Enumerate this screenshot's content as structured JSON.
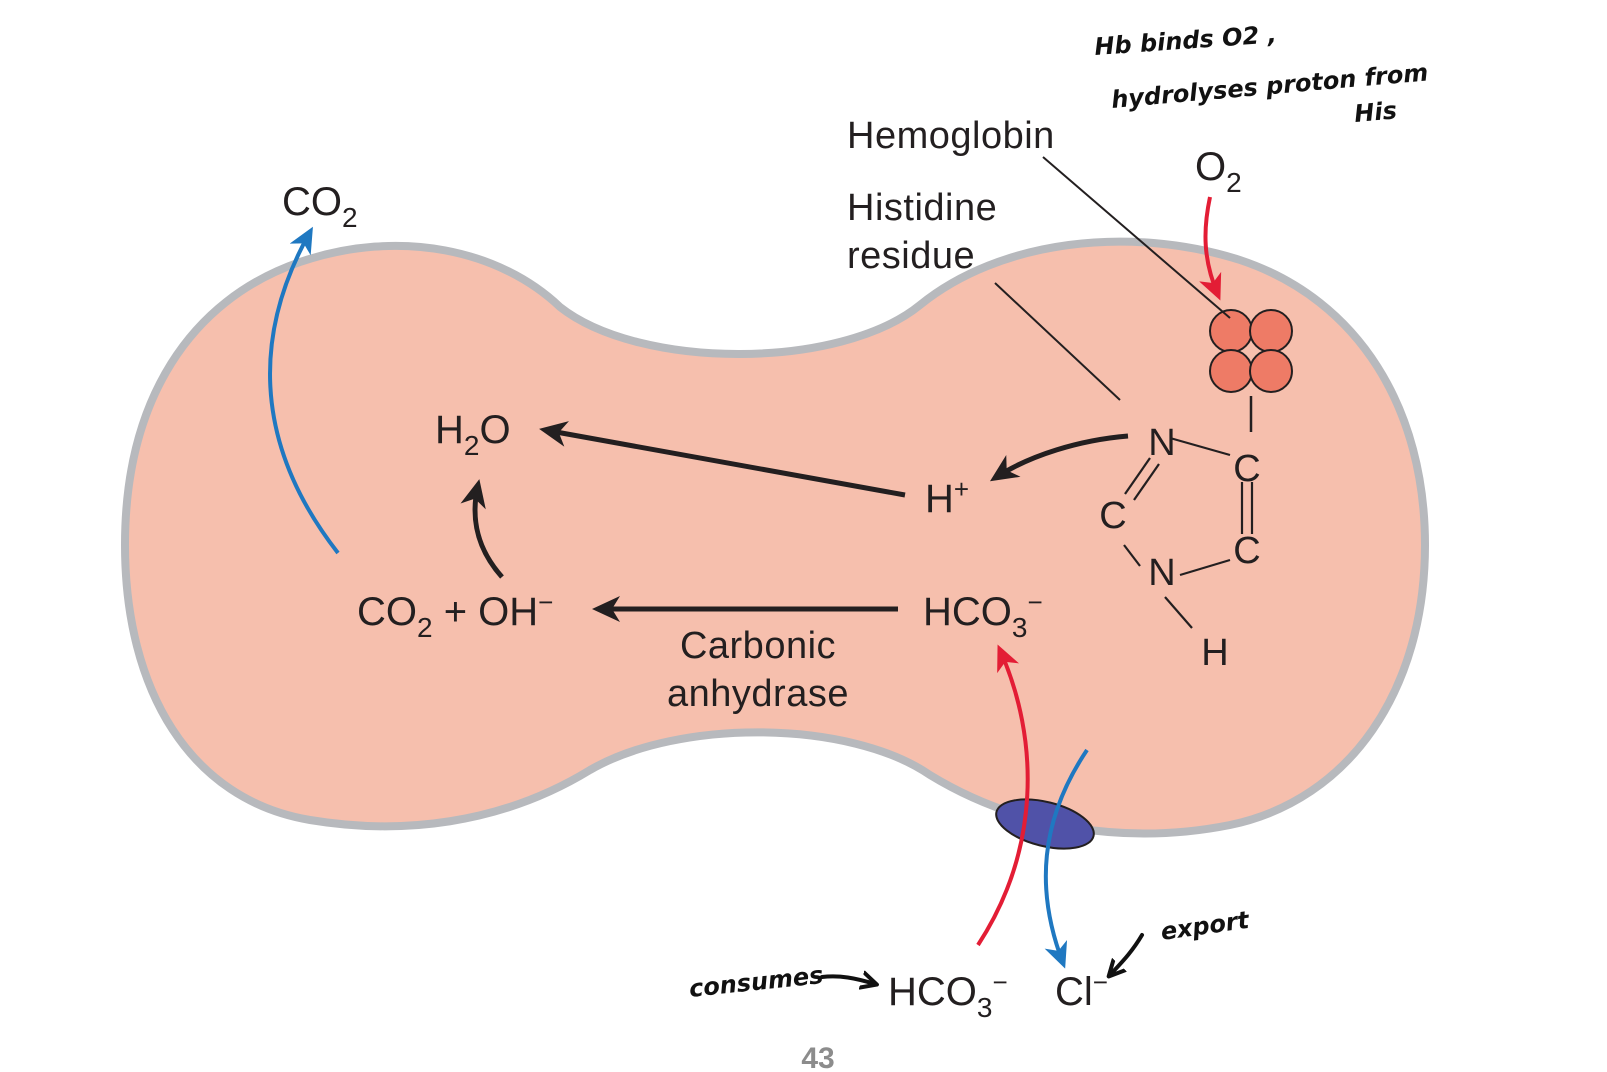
{
  "labels": {
    "hemoglobin": "Hemoglobin",
    "histidine_line1": "Histidine",
    "histidine_line2": "residue",
    "carbonic_line1": "Carbonic",
    "carbonic_line2": "anhydrase"
  },
  "species": {
    "co2_out": {
      "main": "CO",
      "sub": "2"
    },
    "o2_in": {
      "main": "O",
      "sub": "2"
    },
    "h2o": {
      "a": "H",
      "sub": "2",
      "b": "O"
    },
    "h_plus": {
      "main": "H",
      "sup": "+"
    },
    "co2_oh": {
      "a": "CO",
      "sub": "2",
      "b": " + OH",
      "sup": "−"
    },
    "hco3_inside": {
      "main": "HCO",
      "sub": "3",
      "sup": "−"
    },
    "hco3_outside": {
      "main": "HCO",
      "sub": "3",
      "sup": "−"
    },
    "cl_outside": {
      "main": "Cl",
      "sup": "−"
    }
  },
  "histidine_ring": {
    "atom_n_top": "N",
    "atom_c_right_top": "C",
    "atom_c_left": "C",
    "atom_c_right_bottom": "C",
    "atom_n_bottom": "N",
    "atom_h": "H"
  },
  "handwritten": {
    "note_line1": "Hb binds O2 ,",
    "note_line2": "hydrolyses proton from",
    "note_line3": "His",
    "consumes": "consumes",
    "export": "export"
  },
  "page_number": "43",
  "colors": {
    "cell_fill": "#f6bfad",
    "membrane": "#b7b9bd",
    "hemoglobin_subunit": "#ee7b66",
    "transporter": "#5052a8",
    "red_arrow": "#e31d35",
    "blue_arrow": "#1f78c1",
    "black_arrow": "#231f20"
  }
}
